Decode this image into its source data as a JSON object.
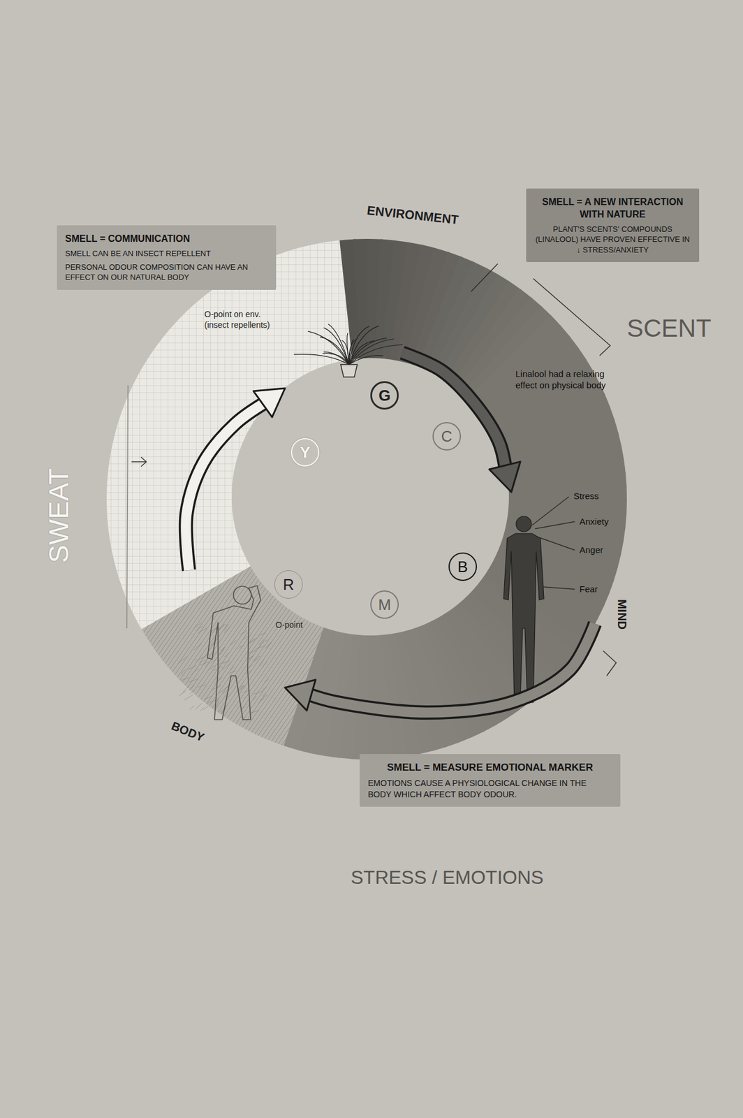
{
  "diagram": {
    "nodes": [
      {
        "text": [
          "SMELL = A NEW INTERACTION WITH NATURE",
          "PLANT'S SCENTS' COMPOUNDS (LINALOOL) HAVE PROVEN EFFECTIVE IN ↓ STRESS/ANXIETY"
        ]
      },
      {
        "text": [
          "SMELL = COMMUNICATION",
          "SMELL CAN BE AN INSECT REPELLENT",
          "PERSONAL ODOUR COMPOSITION CAN HAVE AN EFFECT ON OUR NATURAL BODY"
        ]
      },
      {
        "text": [
          "G"
        ]
      },
      {
        "text": [
          "C"
        ]
      },
      {
        "text": [
          "Y"
        ]
      },
      {
        "text": [
          "B"
        ]
      },
      {
        "text": [
          "R"
        ]
      },
      {
        "text": [
          "M"
        ]
      },
      {
        "text": [
          "SMELL = MEASURE EMOTIONAL MARKER",
          "EMOTIONS CAUSE A PHYSIOLOGICAL CHANGE IN THE BODY WHICH AFFECT BODY ODOUR."
        ]
      }
    ],
    "labels": [
      "ENVIRONMENT",
      "SCENT",
      "O-point on env. (insect repellents)",
      "Linalool had a relaxing effect on physical body",
      "Stress",
      "Anxiety",
      "Anger",
      "Fear",
      "MIND",
      "STRESS / EMOTIONS",
      "BODY",
      "SWEAT",
      "O-point"
    ]
  }
}
